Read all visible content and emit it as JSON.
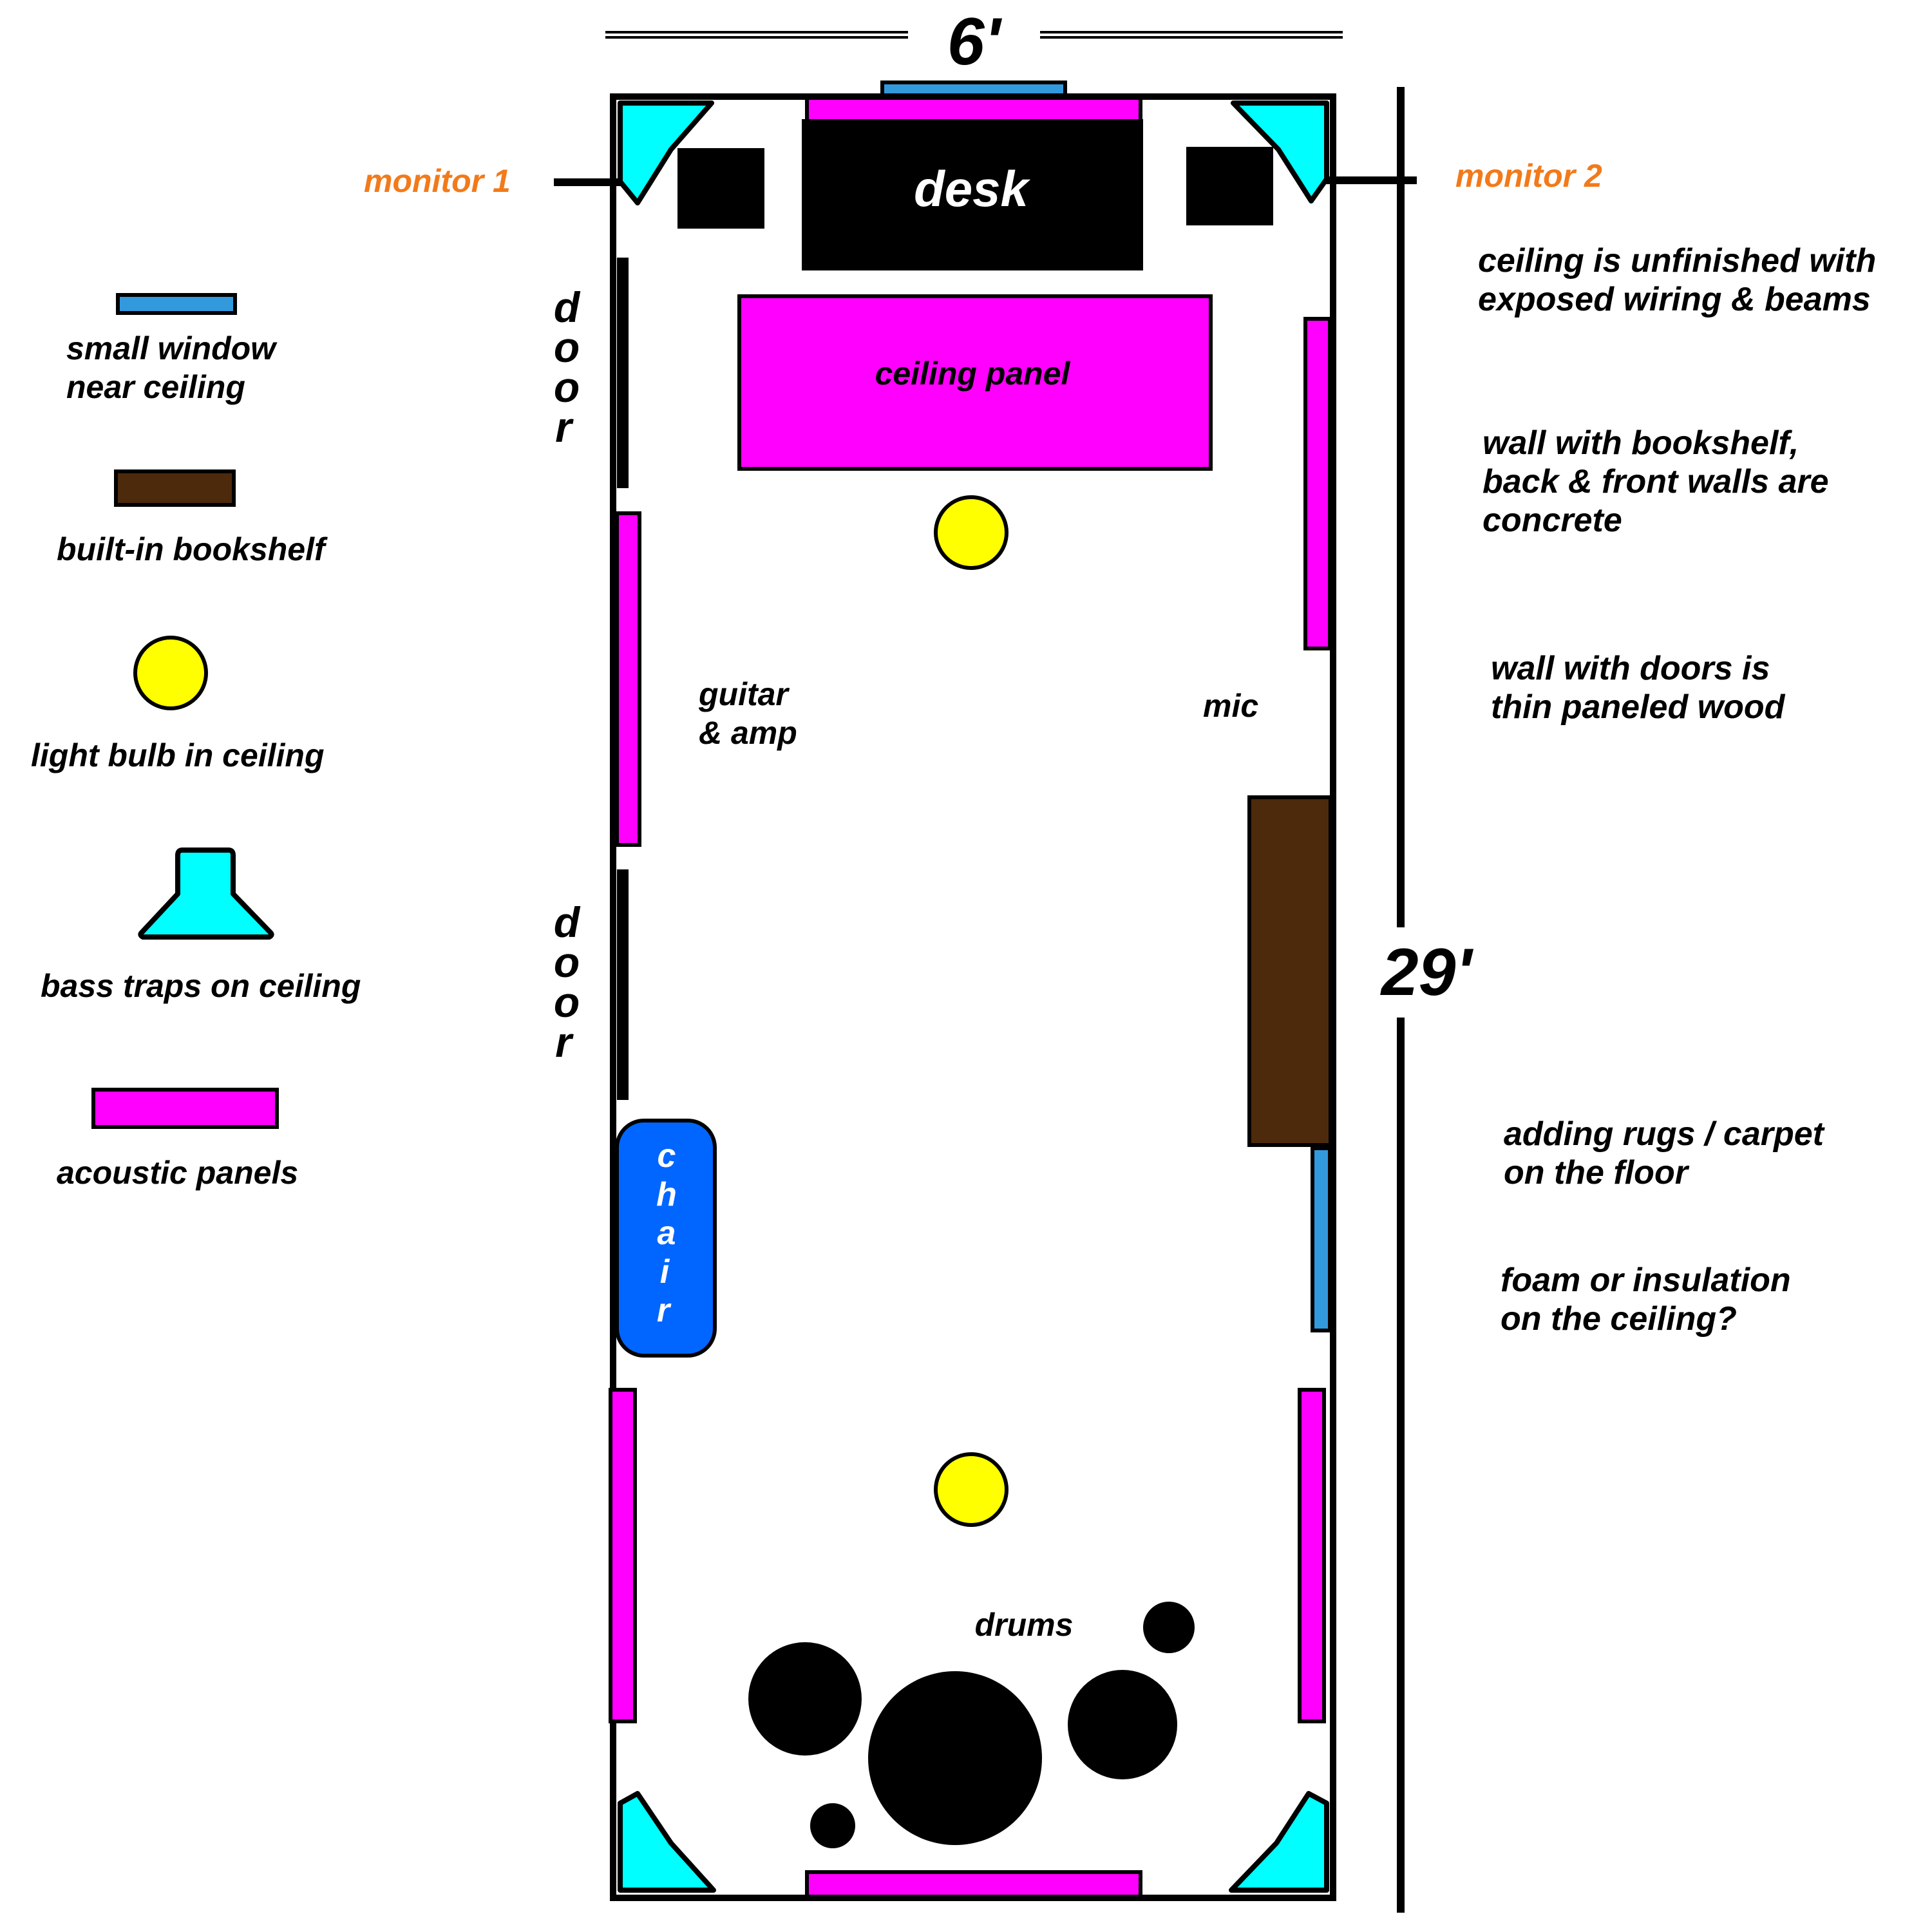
{
  "dimensions": {
    "width": "6'",
    "length": "29'"
  },
  "labels": {
    "monitor_1": "monitor 1",
    "monitor_2": "monitor 2",
    "desk": "desk",
    "door_1": "door",
    "door_2": "door",
    "ceiling_panel": "ceiling panel",
    "guitar_amp": [
      "guitar",
      "& amp"
    ],
    "mic": "mic",
    "chair": "chair",
    "drums": "drums"
  },
  "legend": {
    "window": [
      "small window",
      "near ceiling"
    ],
    "bookshelf": "built-in bookshelf",
    "light": "light bulb in ceiling",
    "bass_trap": "bass traps on ceiling",
    "acoustic": "acoustic panels"
  },
  "notes": {
    "ceiling": [
      "ceiling is unfinished with",
      "exposed wiring & beams"
    ],
    "bookshelf_wall": [
      "wall with bookshelf,",
      "back & front walls are",
      "concrete"
    ],
    "door_wall": [
      "wall with doors is",
      "thin paneled wood"
    ],
    "rugs": [
      "adding rugs / carpet",
      "on the floor"
    ],
    "foam": [
      "foam or insulation",
      "on the ceiling?"
    ]
  },
  "colors": {
    "wall": "#000000",
    "acoustic_panel": "#ff00ff",
    "window": "#3399dd",
    "bookshelf": "#4d2a0c",
    "light_bulb": "#ffff00",
    "bass_trap": "#00ffff",
    "chair": "#0066ff",
    "monitor_label": "#f27a1a"
  }
}
